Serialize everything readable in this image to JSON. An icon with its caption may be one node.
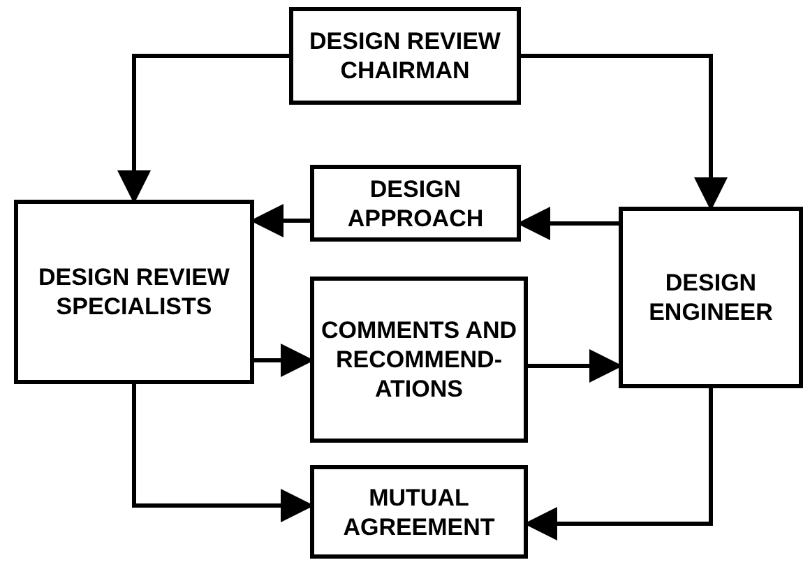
{
  "diagram": {
    "nodes": [
      {
        "text": [
          "DESIGN REVIEW CHAIRMAN"
        ]
      },
      {
        "text": [
          "DESIGN APPROACH"
        ]
      },
      {
        "text": [
          "DESIGN REVIEW SPECIALISTS"
        ]
      },
      {
        "text": [
          "COMMENTS AND RECOMMEND- ATIONS"
        ]
      },
      {
        "text": [
          "DESIGN ENGINEER"
        ]
      },
      {
        "text": [
          "MUTUAL AGREEMENT"
        ]
      }
    ],
    "edges": [
      {
        "from": 0,
        "to": 2,
        "arrow": "to"
      },
      {
        "from": 0,
        "to": 4,
        "arrow": "to"
      },
      {
        "from": 4,
        "to": 1,
        "arrow": "to"
      },
      {
        "from": 1,
        "to": 2,
        "arrow": "to"
      },
      {
        "from": 2,
        "to": 3,
        "arrow": "to"
      },
      {
        "from": 3,
        "to": 4,
        "arrow": "to"
      },
      {
        "from": 2,
        "to": 5,
        "arrow": "to"
      },
      {
        "from": 4,
        "to": 5,
        "arrow": "to"
      }
    ]
  }
}
